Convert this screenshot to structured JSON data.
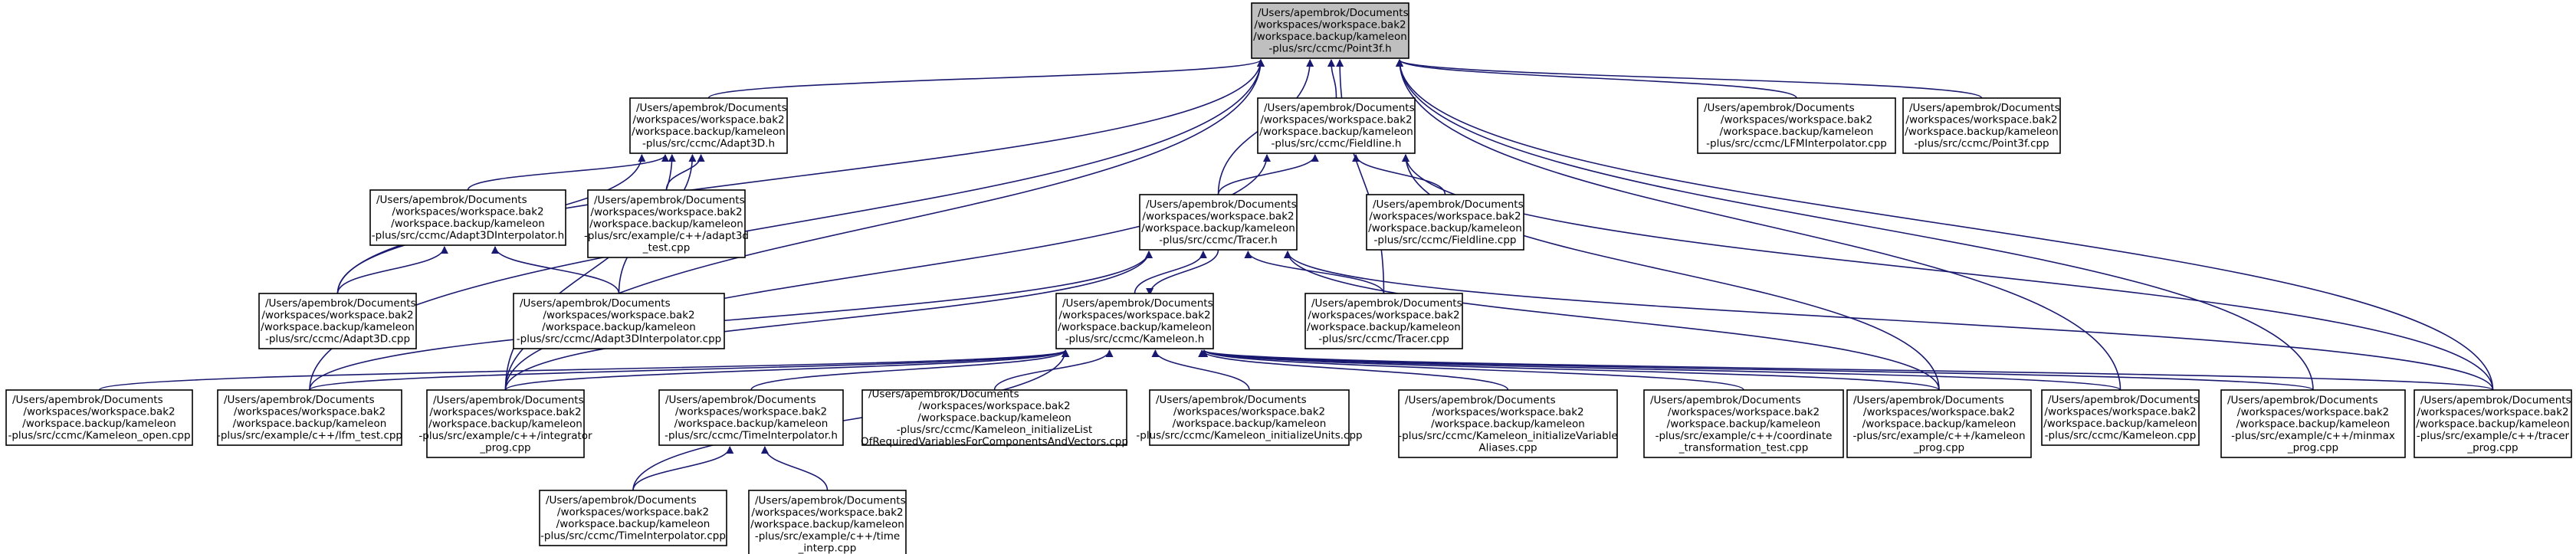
{
  "graph": {
    "nodes": [
      {
        "id": "root",
        "lines": [
          "/Users/apembrok/Documents",
          "/workspaces/workspace.bak2",
          "/workspace.backup/kameleon",
          "-plus/src/ccmc/Point3f.h"
        ],
        "root": true
      },
      {
        "id": "adapt3d_h",
        "lines": [
          "/Users/apembrok/Documents",
          "/workspaces/workspace.bak2",
          "/workspace.backup/kameleon",
          "-plus/src/ccmc/Adapt3D.h"
        ]
      },
      {
        "id": "fieldline_h",
        "lines": [
          "/Users/apembrok/Documents",
          "/workspaces/workspace.bak2",
          "/workspace.backup/kameleon",
          "-plus/src/ccmc/Fieldline.h"
        ]
      },
      {
        "id": "lfm_interp_cpp",
        "lines": [
          "/Users/apembrok/Documents",
          "/workspaces/workspace.bak2",
          "/workspace.backup/kameleon",
          "-plus/src/ccmc/LFMInterpolator.cpp"
        ]
      },
      {
        "id": "point3f_cpp",
        "lines": [
          "/Users/apembrok/Documents",
          "/workspaces/workspace.bak2",
          "/workspace.backup/kameleon",
          "-plus/src/ccmc/Point3f.cpp"
        ]
      },
      {
        "id": "adapt3d_interp_h",
        "lines": [
          "/Users/apembrok/Documents",
          "/workspaces/workspace.bak2",
          "/workspace.backup/kameleon",
          "-plus/src/ccmc/Adapt3DInterpolator.h"
        ]
      },
      {
        "id": "adapt3d_test_cpp",
        "lines": [
          "/Users/apembrok/Documents",
          "/workspaces/workspace.bak2",
          "/workspace.backup/kameleon",
          "-plus/src/example/c++/adapt3d",
          "_test.cpp"
        ]
      },
      {
        "id": "tracer_h",
        "lines": [
          "/Users/apembrok/Documents",
          "/workspaces/workspace.bak2",
          "/workspace.backup/kameleon",
          "-plus/src/ccmc/Tracer.h"
        ]
      },
      {
        "id": "fieldline_cpp",
        "lines": [
          "/Users/apembrok/Documents",
          "/workspaces/workspace.bak2",
          "/workspace.backup/kameleon",
          "-plus/src/ccmc/Fieldline.cpp"
        ]
      },
      {
        "id": "adapt3d_cpp",
        "lines": [
          "/Users/apembrok/Documents",
          "/workspaces/workspace.bak2",
          "/workspace.backup/kameleon",
          "-plus/src/ccmc/Adapt3D.cpp"
        ]
      },
      {
        "id": "adapt3d_interp_cpp",
        "lines": [
          "/Users/apembrok/Documents",
          "/workspaces/workspace.bak2",
          "/workspace.backup/kameleon",
          "-plus/src/ccmc/Adapt3DInterpolator.cpp"
        ]
      },
      {
        "id": "kameleon_h",
        "lines": [
          "/Users/apembrok/Documents",
          "/workspaces/workspace.bak2",
          "/workspace.backup/kameleon",
          "-plus/src/ccmc/Kameleon.h"
        ]
      },
      {
        "id": "tracer_cpp",
        "lines": [
          "/Users/apembrok/Documents",
          "/workspaces/workspace.bak2",
          "/workspace.backup/kameleon",
          "-plus/src/ccmc/Tracer.cpp"
        ]
      },
      {
        "id": "kameleon_open_cpp",
        "lines": [
          "/Users/apembrok/Documents",
          "/workspaces/workspace.bak2",
          "/workspace.backup/kameleon",
          "-plus/src/ccmc/Kameleon_open.cpp"
        ]
      },
      {
        "id": "lfm_test_cpp",
        "lines": [
          "/Users/apembrok/Documents",
          "/workspaces/workspace.bak2",
          "/workspace.backup/kameleon",
          "-plus/src/example/c++/lfm_test.cpp"
        ]
      },
      {
        "id": "integrator_prog_cpp",
        "lines": [
          "/Users/apembrok/Documents",
          "/workspaces/workspace.bak2",
          "/workspace.backup/kameleon",
          "-plus/src/example/c++/integrator",
          "_prog.cpp"
        ]
      },
      {
        "id": "time_interp_h",
        "lines": [
          "/Users/apembrok/Documents",
          "/workspaces/workspace.bak2",
          "/workspace.backup/kameleon",
          "-plus/src/ccmc/TimeInterpolator.h"
        ]
      },
      {
        "id": "kameleon_init_list_cpp",
        "lines": [
          "/Users/apembrok/Documents",
          "/workspaces/workspace.bak2",
          "/workspace.backup/kameleon",
          "-plus/src/ccmc/Kameleon_initializeList",
          "OfRequiredVariablesForComponentsAndVectors.cpp"
        ]
      },
      {
        "id": "kameleon_init_units_cpp",
        "lines": [
          "/Users/apembrok/Documents",
          "/workspaces/workspace.bak2",
          "/workspace.backup/kameleon",
          "-plus/src/ccmc/Kameleon_initializeUnits.cpp"
        ]
      },
      {
        "id": "kameleon_init_var_cpp",
        "lines": [
          "/Users/apembrok/Documents",
          "/workspaces/workspace.bak2",
          "/workspace.backup/kameleon",
          "-plus/src/ccmc/Kameleon_initializeVariable",
          "Aliases.cpp"
        ]
      },
      {
        "id": "coord_test_cpp",
        "lines": [
          "/Users/apembrok/Documents",
          "/workspaces/workspace.bak2",
          "/workspace.backup/kameleon",
          "-plus/src/example/c++/coordinate",
          "_transformation_test.cpp"
        ]
      },
      {
        "id": "kameleon_prog_cpp",
        "lines": [
          "/Users/apembrok/Documents",
          "/workspaces/workspace.bak2",
          "/workspace.backup/kameleon",
          "-plus/src/example/c++/kameleon",
          "_prog.cpp"
        ]
      },
      {
        "id": "kameleon_cpp",
        "lines": [
          "/Users/apembrok/Documents",
          "/workspaces/workspace.bak2",
          "/workspace.backup/kameleon",
          "-plus/src/ccmc/Kameleon.cpp"
        ]
      },
      {
        "id": "minmax_prog_cpp",
        "lines": [
          "/Users/apembrok/Documents",
          "/workspaces/workspace.bak2",
          "/workspace.backup/kameleon",
          "-plus/src/example/c++/minmax",
          "_prog.cpp"
        ]
      },
      {
        "id": "tracer_prog_cpp",
        "lines": [
          "/Users/apembrok/Documents",
          "/workspaces/workspace.bak2",
          "/workspace.backup/kameleon",
          "-plus/src/example/c++/tracer",
          "_prog.cpp"
        ]
      },
      {
        "id": "time_interp_cpp",
        "lines": [
          "/Users/apembrok/Documents",
          "/workspaces/workspace.bak2",
          "/workspace.backup/kameleon",
          "-plus/src/ccmc/TimeInterpolator.cpp"
        ]
      },
      {
        "id": "time_interp_prog_cpp",
        "lines": [
          "/Users/apembrok/Documents",
          "/workspaces/workspace.bak2",
          "/workspace.backup/kameleon",
          "-plus/src/example/c++/time",
          "_interp.cpp"
        ]
      }
    ],
    "edges": [
      [
        "adapt3d_h",
        "root"
      ],
      [
        "fieldline_h",
        "root"
      ],
      [
        "lfm_interp_cpp",
        "root"
      ],
      [
        "point3f_cpp",
        "root"
      ],
      [
        "tracer_h",
        "root"
      ],
      [
        "adapt3d_cpp",
        "root"
      ],
      [
        "tracer_cpp",
        "root"
      ],
      [
        "integrator_prog_cpp",
        "root"
      ],
      [
        "lfm_test_cpp",
        "root"
      ],
      [
        "kameleon_cpp",
        "root"
      ],
      [
        "minmax_prog_cpp",
        "root"
      ],
      [
        "tracer_prog_cpp",
        "root"
      ],
      [
        "adapt3d_interp_h",
        "adapt3d_h"
      ],
      [
        "adapt3d_test_cpp",
        "adapt3d_h"
      ],
      [
        "adapt3d_cpp",
        "adapt3d_h"
      ],
      [
        "adapt3d_interp_cpp",
        "adapt3d_h"
      ],
      [
        "integrator_prog_cpp",
        "adapt3d_h"
      ],
      [
        "adapt3d_cpp",
        "adapt3d_interp_h"
      ],
      [
        "adapt3d_interp_cpp",
        "adapt3d_interp_h"
      ],
      [
        "tracer_h",
        "fieldline_h"
      ],
      [
        "fieldline_cpp",
        "fieldline_h"
      ],
      [
        "integrator_prog_cpp",
        "fieldline_h"
      ],
      [
        "kameleon_prog_cpp",
        "fieldline_h"
      ],
      [
        "tracer_prog_cpp",
        "fieldline_h"
      ],
      [
        "kameleon_h",
        "tracer_h"
      ],
      [
        "tracer_cpp",
        "tracer_h"
      ],
      [
        "lfm_test_cpp",
        "tracer_h"
      ],
      [
        "integrator_prog_cpp",
        "tracer_h"
      ],
      [
        "kameleon_prog_cpp",
        "tracer_h"
      ],
      [
        "tracer_prog_cpp",
        "tracer_h"
      ],
      [
        "tracer_h",
        "kameleon_h"
      ],
      [
        "kameleon_open_cpp",
        "kameleon_h"
      ],
      [
        "lfm_test_cpp",
        "kameleon_h"
      ],
      [
        "integrator_prog_cpp",
        "kameleon_h"
      ],
      [
        "time_interp_h",
        "kameleon_h"
      ],
      [
        "kameleon_init_list_cpp",
        "kameleon_h"
      ],
      [
        "kameleon_init_units_cpp",
        "kameleon_h"
      ],
      [
        "kameleon_init_var_cpp",
        "kameleon_h"
      ],
      [
        "coord_test_cpp",
        "kameleon_h"
      ],
      [
        "kameleon_prog_cpp",
        "kameleon_h"
      ],
      [
        "kameleon_cpp",
        "kameleon_h"
      ],
      [
        "minmax_prog_cpp",
        "kameleon_h"
      ],
      [
        "tracer_prog_cpp",
        "kameleon_h"
      ],
      [
        "time_interp_cpp",
        "kameleon_h"
      ],
      [
        "time_interp_cpp",
        "time_interp_h"
      ],
      [
        "time_interp_prog_cpp",
        "time_interp_h"
      ]
    ]
  }
}
